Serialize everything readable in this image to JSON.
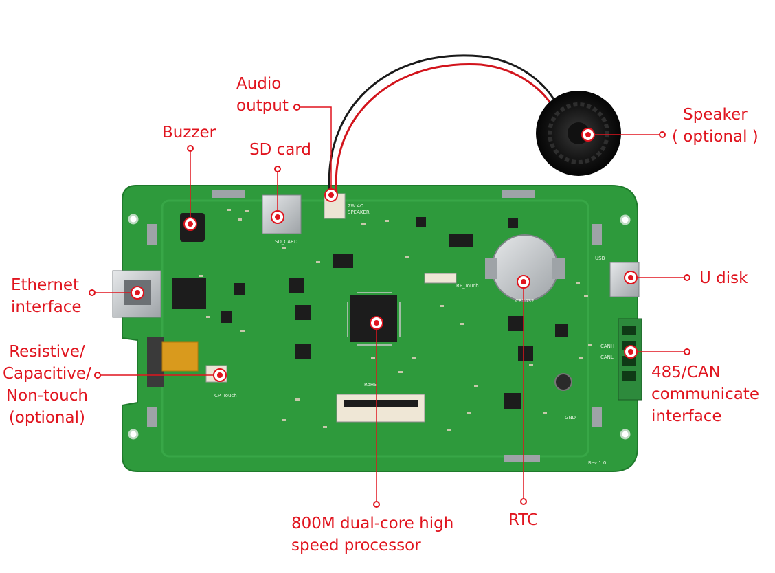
{
  "board": {
    "labels": {
      "speaker_conn": "2W 4Ω\nSPEAKER",
      "sd_card": "SD_CARD",
      "rp_touch": "RP_Touch",
      "cp_touch": "CP_Touch",
      "rtc_chip": "CR2032",
      "usb": "USB",
      "can_h": "CANH",
      "can_l": "CANL",
      "gnd": "GND",
      "rev": "Rev 1.0",
      "rohs": "RoHS"
    }
  },
  "callouts": {
    "audio_output": "Audio\noutput",
    "buzzer": "Buzzer",
    "sd_card": "SD card",
    "speaker": "Speaker\n( optional )",
    "u_disk": "U disk",
    "ethernet": "Ethernet\ninterface",
    "touch": "Resistive/\nCapacitive/\nNon-touch\n(optional)",
    "can": "485/CAN\ncommunicate\ninterface",
    "processor": "800M dual-core high\nspeed processor",
    "rtc": "RTC"
  },
  "colors": {
    "annotation": "#e0141e",
    "pcb": "#2e9a3c",
    "pcb_dark": "#237a2f",
    "silk": "#e8f5e3",
    "chip": "#1c1c1c",
    "metal": "#c8cbcd"
  }
}
